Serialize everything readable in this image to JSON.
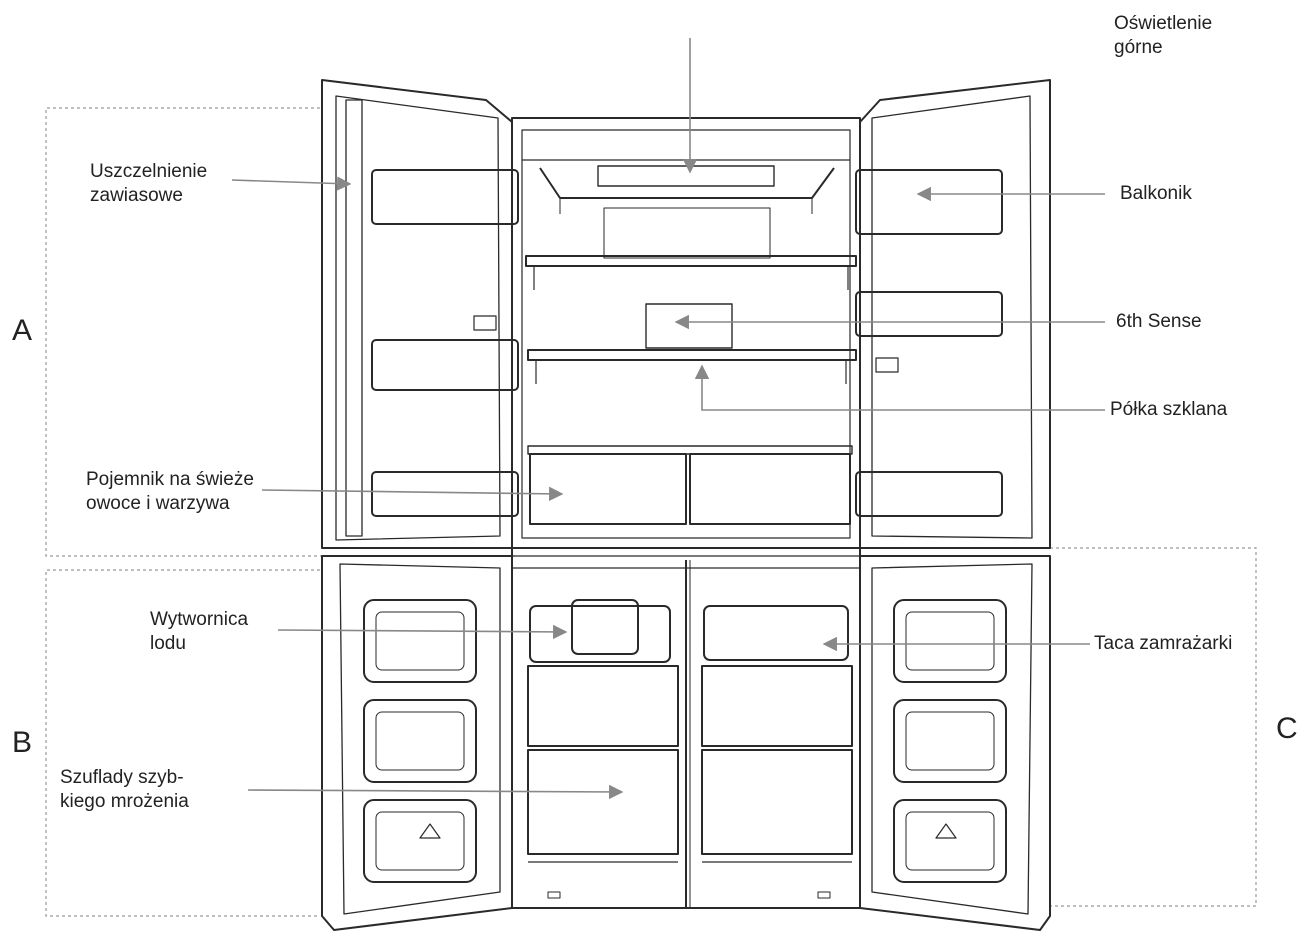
{
  "labels": {
    "top_light": [
      "Oświetlenie",
      "górne"
    ],
    "hinge_seal": [
      "Uszczelnienie",
      "zawiasowe"
    ],
    "balcony": "Balkonik",
    "sixth_sense": "6th Sense",
    "glass_shelf": "Półka szklana",
    "crisper": [
      "Pojemnik na świeże",
      "owoce i warzywa"
    ],
    "ice_maker": [
      "Wytwornica",
      "lodu"
    ],
    "freezer_tray": "Taca zamrażarki",
    "fast_freeze": [
      "Szuflady szyb-",
      "kiego mrożenia"
    ]
  },
  "sections": {
    "a": "A",
    "b": "B",
    "c": "C"
  },
  "colors": {
    "line": "#2a2a2a",
    "arrow": "#888888",
    "dotted": "#999999",
    "text": "#222222"
  }
}
